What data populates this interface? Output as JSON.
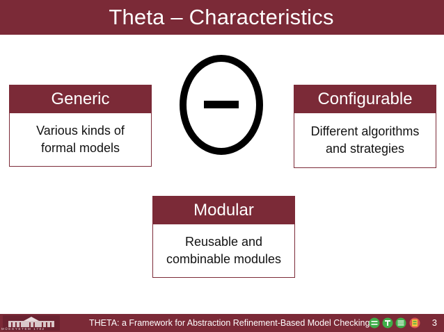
{
  "slide": {
    "title": "Theta – Characteristics",
    "theta_symbol": "Θ",
    "cards": {
      "generic": {
        "heading": "Generic",
        "body": "Various kinds of\nformal models"
      },
      "configurable": {
        "heading": "Configurable",
        "body": "Different algorithms\nand strategies"
      },
      "modular": {
        "heading": "Modular",
        "body": "Reusable and\ncombinable modules"
      }
    }
  },
  "footer": {
    "text": "THETA: a Framework for Abstraction Refinement-Based Model Checking",
    "page_number": "3",
    "logo_caption": "MŰEGYETEM 1782",
    "logo_icons": [
      "university-building-logo",
      "green-circle-logo",
      "green-t-logo",
      "green-menu-logo",
      "mixed-logo"
    ]
  },
  "colors": {
    "accent": "#7b2a37",
    "background": "#ffffff",
    "text": "#111111"
  }
}
